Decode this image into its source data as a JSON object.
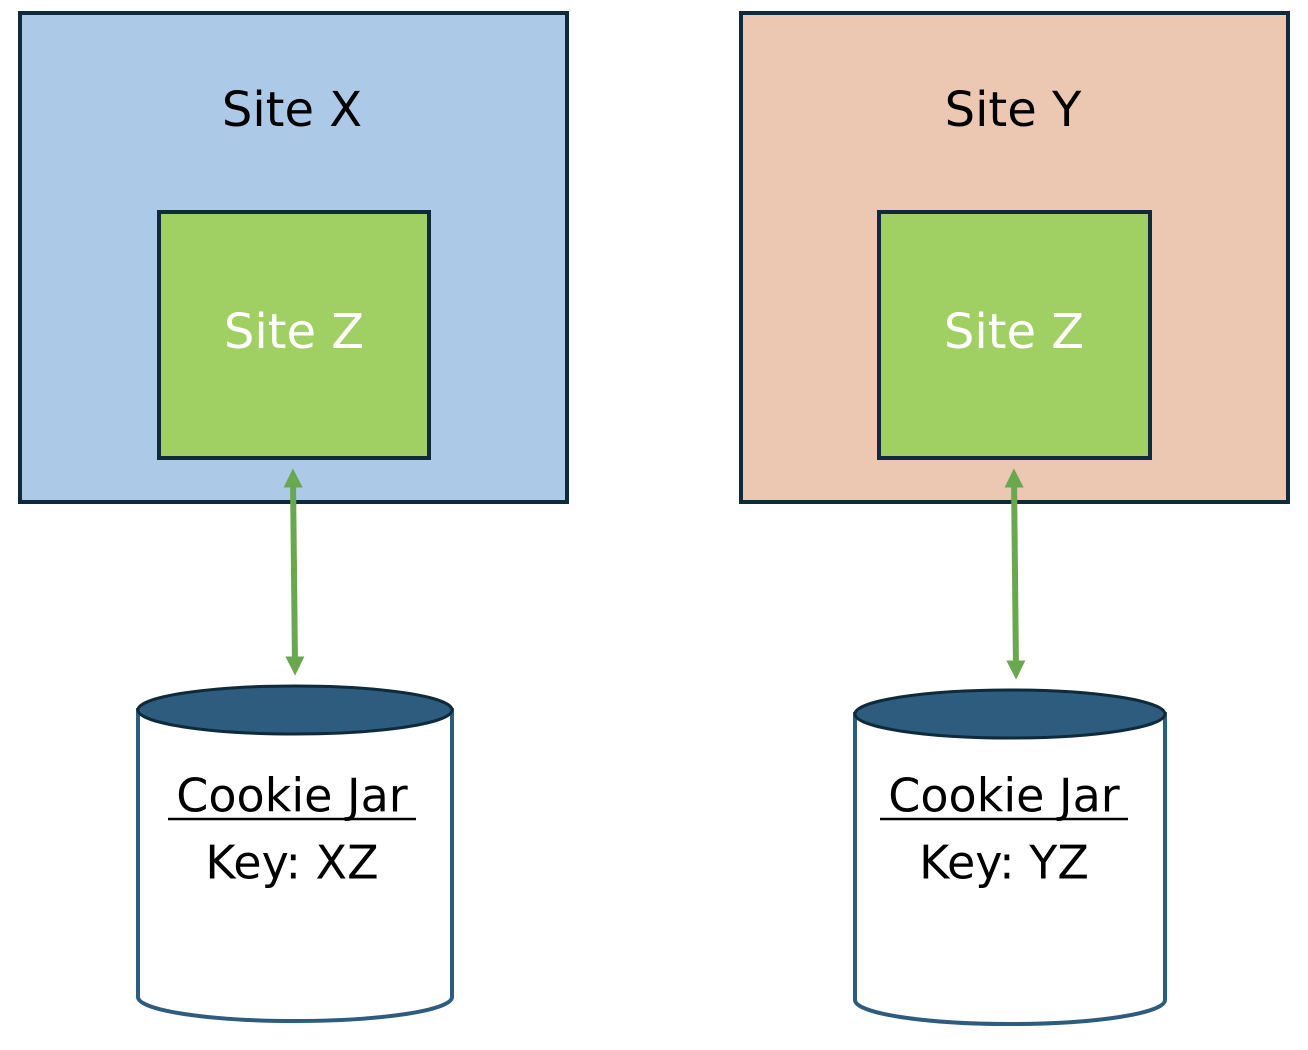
{
  "colors": {
    "site_x_fill": "#adc9e8",
    "site_y_fill": "#ecc7b1",
    "site_z_fill": "#a0cf63",
    "border": "#0f2a3a",
    "arrow": "#6aa84f",
    "jar_lid": "#2e5c7e",
    "jar_body": "#ffffff",
    "jar_stroke": "#2e5c7e"
  },
  "left": {
    "outer_label": "Site X",
    "inner_label": "Site Z",
    "jar_title": "Cookie Jar",
    "jar_key": "Key: XZ"
  },
  "right": {
    "outer_label": "Site Y",
    "inner_label": "Site Z",
    "jar_title": "Cookie Jar",
    "jar_key": "Key: YZ"
  }
}
